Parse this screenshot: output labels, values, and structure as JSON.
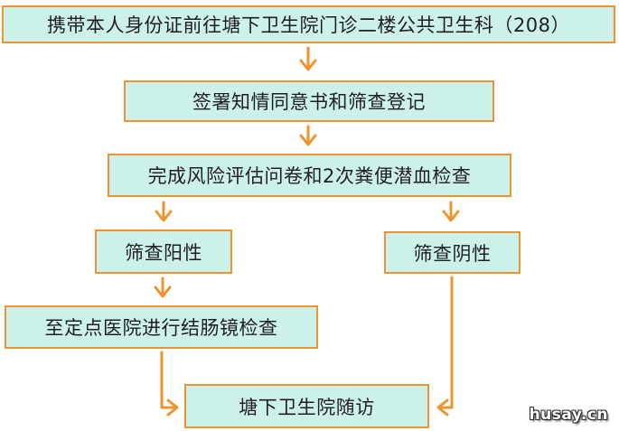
{
  "steps": {
    "step1": "携带本人身份证前往塘下卫生院门诊二楼公共卫生科（208）",
    "step2": "签署知情同意书和筛查登记",
    "step3": "完成风险评估问卷和2次粪便潜血检查",
    "positive": "筛查阳性",
    "negative": "筛查阴性",
    "colonoscopy": "至定点医院进行结肠镜检查",
    "followup": "塘下卫生院随访"
  },
  "watermark": "husay.cn",
  "colors": {
    "box_fill": "#ccf1ea",
    "box_border": "#f0932c",
    "arrow": "#f0932c"
  }
}
